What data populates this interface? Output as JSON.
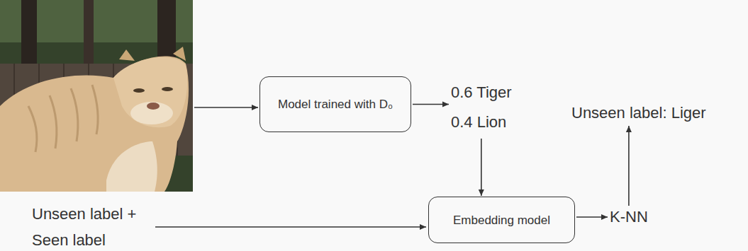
{
  "diagram": {
    "nodes": [
      {
        "text": [
          "Model trained with D₀"
        ]
      },
      {
        "text": [
          "0.6 Tiger",
          "0.4 Lion"
        ]
      },
      {
        "text": [
          "Unseen label + Seen label"
        ]
      },
      {
        "text": [
          "Embedding model"
        ]
      },
      {
        "text": [
          "K-NN"
        ]
      },
      {
        "text": [
          "Unseen label: Liger"
        ]
      }
    ],
    "edges": [
      {
        "from": 0,
        "to": 1,
        "arrow": "to"
      },
      {
        "from": 1,
        "to": 3,
        "arrow": "to"
      },
      {
        "from": 2,
        "to": 3,
        "arrow": "to"
      },
      {
        "from": 3,
        "to": 4,
        "arrow": "to"
      },
      {
        "from": 4,
        "to": 5,
        "arrow": "to"
      }
    ]
  }
}
